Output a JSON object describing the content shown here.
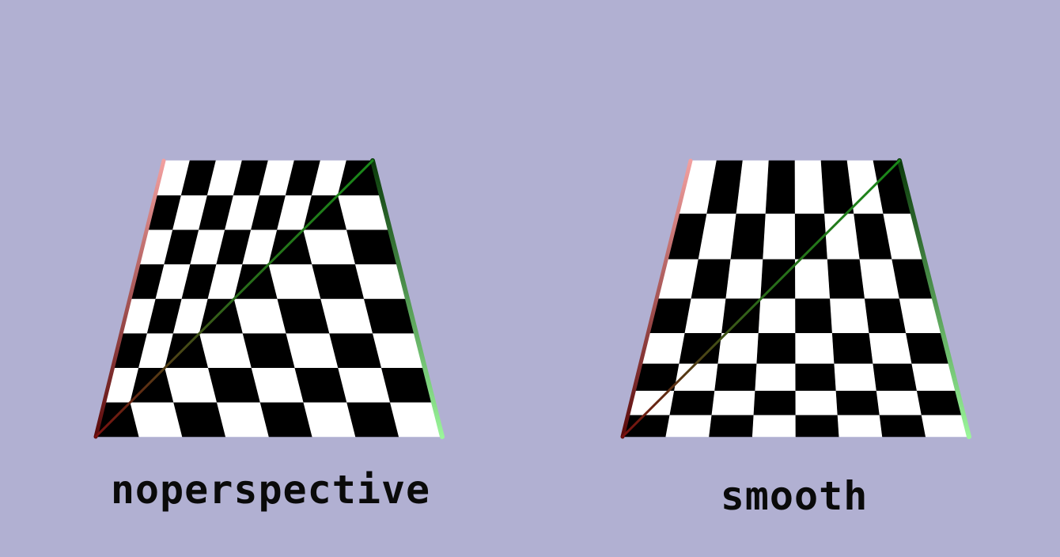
{
  "panels": [
    {
      "caption": "noperspective",
      "interpolation": "noperspective"
    },
    {
      "caption": "smooth",
      "interpolation": "smooth"
    }
  ],
  "checkerboard": {
    "rows": 8,
    "cols": 8
  },
  "colors": {
    "background": "#b1b0d2",
    "edge_light_red": "#f2a0a0",
    "edge_dark_red": "#5a0a0a",
    "edge_light_green": "#9af59a",
    "edge_dark_green": "#0a3a0a",
    "diagonal_red": "#7a1010",
    "diagonal_green": "#1a8a1a",
    "check_black": "#000000",
    "check_white": "#ffffff"
  }
}
